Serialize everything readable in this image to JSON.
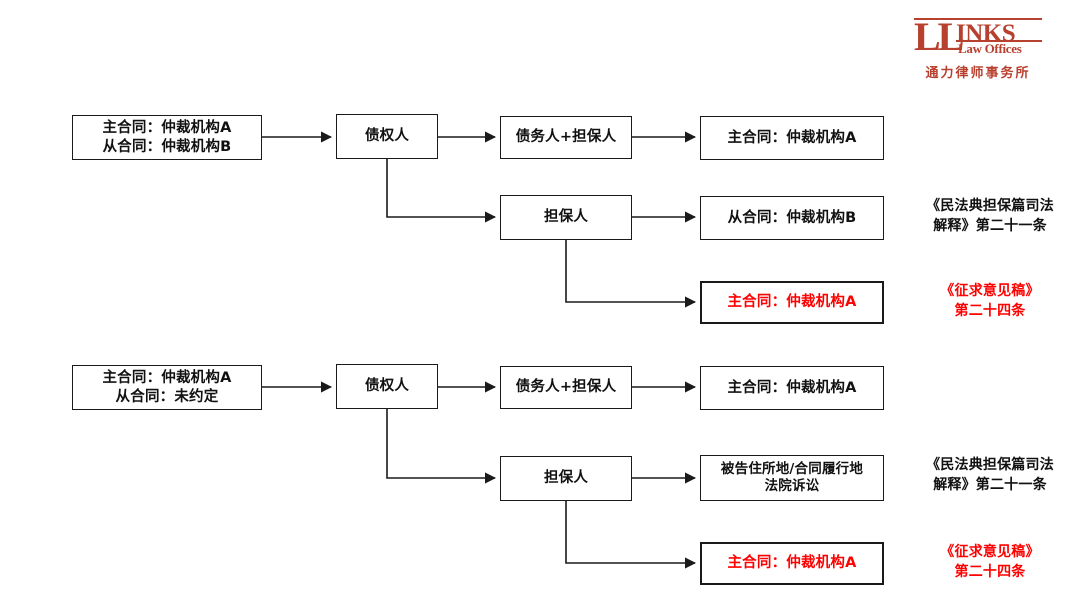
{
  "logo": {
    "mark_ll": "LL",
    "mark_inks": "INKS",
    "sub_en": "Law Offices",
    "sub_cn": "通力律师事务所",
    "color": "#b8402f"
  },
  "colors": {
    "text": "#111111",
    "red": "#ff0000",
    "line": "#1a1a1a",
    "brand": "#b8402f"
  },
  "blocks": [
    {
      "id": "block-1",
      "source": "主合同：仲裁机构A\n从合同：仲裁机构B",
      "creditor": "债权人",
      "branch_top": "债务人+担保人",
      "branch_top_result": "主合同：仲裁机构A",
      "branch_mid": "担保人",
      "branch_mid_result": "从合同：仲裁机构B",
      "branch_bottom_result": "主合同：仲裁机构A",
      "annotation_black": "《民法典担保篇司法\n解释》第二十一条",
      "annotation_red": "《征求意见稿》\n第二十四条"
    },
    {
      "id": "block-2",
      "source": "主合同：仲裁机构A\n从合同：未约定",
      "creditor": "债权人",
      "branch_top": "债务人+担保人",
      "branch_top_result": "主合同：仲裁机构A",
      "branch_mid": "担保人",
      "branch_mid_result": "被告住所地/合同履行地\n法院诉讼",
      "branch_bottom_result": "主合同：仲裁机构A",
      "annotation_black": "《民法典担保篇司法\n解释》第二十一条",
      "annotation_red": "《征求意见稿》\n第二十四条"
    }
  ]
}
